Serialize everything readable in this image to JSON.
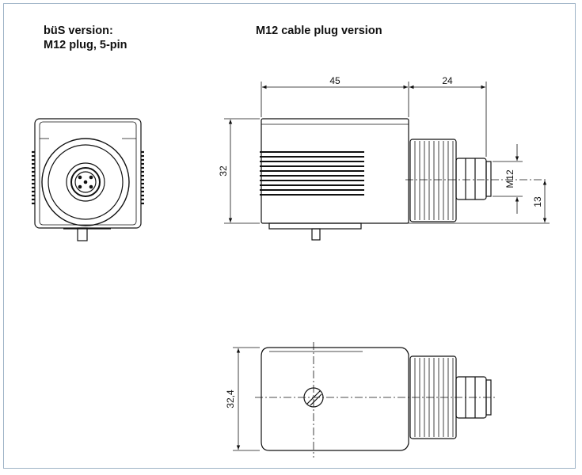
{
  "titles": {
    "left_line1": "büS version:",
    "left_line2": "M12 plug, 5-pin",
    "right": "M12 cable plug version"
  },
  "dimensions": {
    "width_body": "45",
    "width_plug": "24",
    "height_body": "32",
    "thread": "M12",
    "axis_height": "13",
    "depth": "32,4"
  },
  "colors": {
    "frame": "#9eb3c6",
    "line": "#111111"
  }
}
